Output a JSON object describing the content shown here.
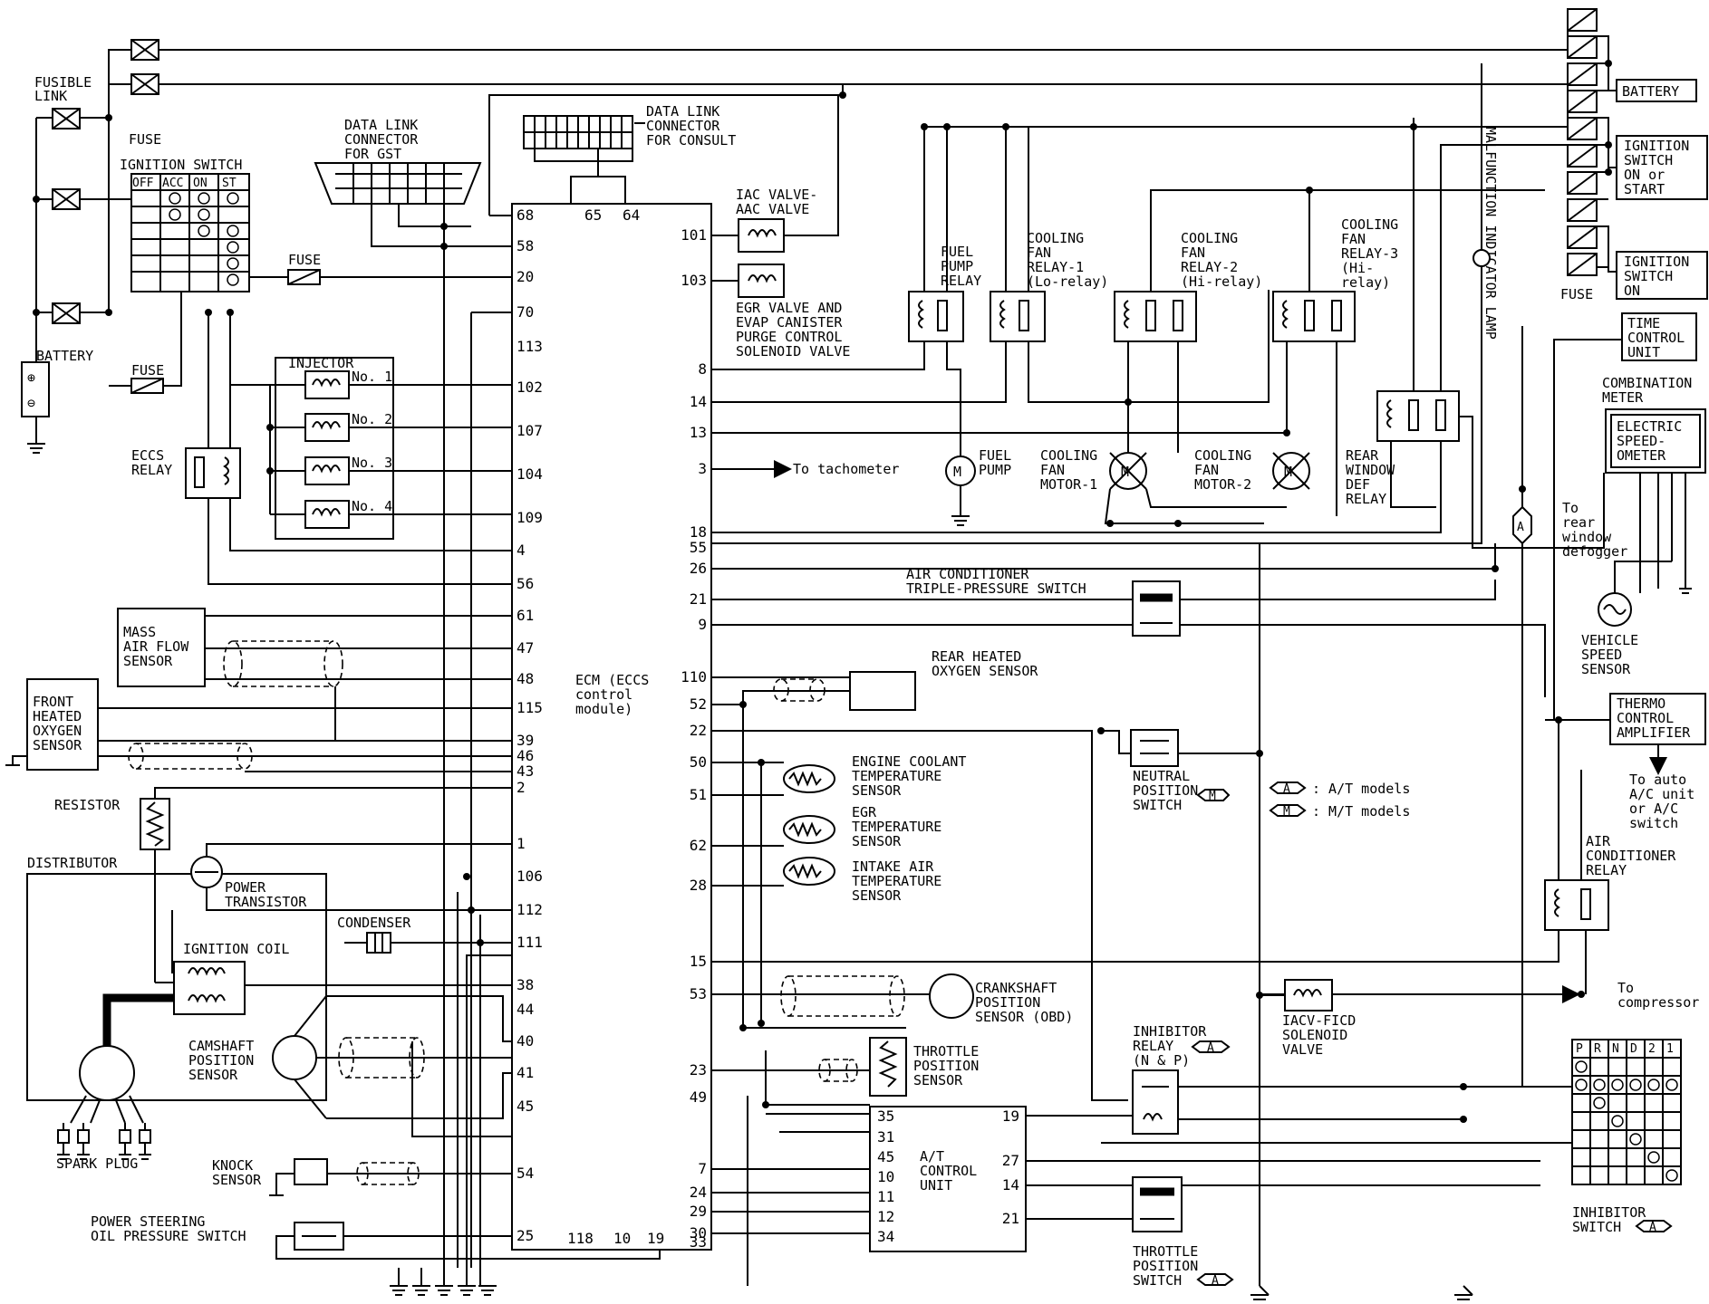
{
  "ecm": {
    "label": "ECM (ECCS control module)",
    "label_lines": [
      "ECM (ECCS",
      "control",
      "module)"
    ],
    "left_pins": [
      "68",
      "58",
      "20",
      "70",
      "113",
      "102",
      "107",
      "104",
      "109",
      "4",
      "56",
      "61",
      "47",
      "48",
      "115",
      "39",
      "46",
      "43",
      "2",
      "1",
      "106",
      "112",
      "111",
      "38",
      "44",
      "40",
      "41",
      "45",
      "54",
      "25"
    ],
    "right_pins": [
      "101",
      "103",
      "8",
      "14",
      "13",
      "3",
      "18",
      "55",
      "26",
      "21",
      "9",
      "110",
      "52",
      "22",
      "50",
      "51",
      "62",
      "28",
      "15",
      "53",
      "23",
      "49",
      "7",
      "24",
      "29",
      "30",
      "33"
    ],
    "top_pins": [
      "65",
      "64"
    ],
    "bottom_pins": [
      "118",
      "10",
      "19"
    ]
  },
  "tcu": {
    "label_lines": [
      "A/T",
      "CONTROL",
      "UNIT"
    ],
    "left_pins": [
      "35",
      "31",
      "45",
      "10",
      "11",
      "12",
      "34"
    ],
    "right_pins": [
      "19",
      "27",
      "14",
      "21"
    ]
  },
  "labels": {
    "fusible_link": [
      "FUSIBLE",
      "LINK"
    ],
    "fuse": "FUSE",
    "ignition_switch": "IGNITION SWITCH",
    "ign_cols": [
      "OFF",
      "ACC",
      "ON",
      "ST"
    ],
    "battery": "BATTERY",
    "battery_right": "BATTERY",
    "dlc_gst": [
      "DATA LINK",
      "CONNECTOR",
      "FOR GST"
    ],
    "dlc_consult": [
      "DATA LINK",
      "CONNECTOR",
      "FOR CONSULT"
    ],
    "iac_valve": [
      "IAC VALVE-",
      "AAC VALVE"
    ],
    "egr_valve": [
      "EGR VALVE AND",
      "EVAP CANISTER",
      "PURGE CONTROL",
      "SOLENOID VALVE"
    ],
    "fuel_pump_relay": [
      "FUEL",
      "PUMP",
      "RELAY"
    ],
    "cooling_fan_relay_1": [
      "COOLING",
      "FAN",
      "RELAY-1",
      "(Lo-relay)"
    ],
    "cooling_fan_relay_2": [
      "COOLING",
      "FAN",
      "RELAY-2",
      "(Hi-relay)"
    ],
    "cooling_fan_relay_3": [
      "COOLING",
      "FAN",
      "RELAY-3",
      "(Hi-",
      "relay)"
    ],
    "malfunction_lamp": "MALFUNCTION INDICATOR LAMP",
    "ign_on_start": [
      "IGNITION",
      "SWITCH",
      "ON or",
      "START"
    ],
    "ign_on": [
      "IGNITION",
      "SWITCH",
      "ON"
    ],
    "time_control": [
      "TIME",
      "CONTROL",
      "UNIT"
    ],
    "combination_meter": [
      "COMBINATION",
      "METER"
    ],
    "electric_speedometer": [
      "ELECTRIC",
      "SPEED-",
      "OMETER"
    ],
    "injector": "INJECTOR",
    "injector_nums": [
      "No. 1",
      "No. 2",
      "No. 3",
      "No. 4"
    ],
    "eccs_relay": [
      "ECCS",
      "RELAY"
    ],
    "to_tachometer": "To tachometer",
    "fuel_pump": [
      "FUEL",
      "PUMP"
    ],
    "cooling_fan_motor_1": [
      "COOLING",
      "FAN",
      "MOTOR-1"
    ],
    "cooling_fan_motor_2": [
      "COOLING",
      "FAN",
      "MOTOR-2"
    ],
    "rear_window_def_relay": [
      "REAR",
      "WINDOW",
      "DEF",
      "RELAY"
    ],
    "to_rear_defogger": [
      "To",
      "rear",
      "window",
      "defogger"
    ],
    "ac_triple_switch": [
      "AIR CONDITIONER",
      "TRIPLE-PRESSURE SWITCH"
    ],
    "vehicle_speed_sensor": [
      "VEHICLE",
      "SPEED",
      "SENSOR"
    ],
    "maf_sensor": [
      "MASS",
      "AIR FLOW",
      "SENSOR"
    ],
    "front_o2": [
      "FRONT",
      "HEATED",
      "OXYGEN",
      "SENSOR"
    ],
    "rear_o2": [
      "REAR HEATED",
      "OXYGEN SENSOR"
    ],
    "thermo_amp": [
      "THERMO",
      "CONTROL",
      "AMPLIFIER"
    ],
    "to_ac_unit": [
      "To auto",
      "A/C unit",
      "or A/C",
      "switch"
    ],
    "neutral_switch": [
      "NEUTRAL",
      "POSITION",
      "SWITCH"
    ],
    "legend_at": ": A/T models",
    "legend_mt": ": M/T models",
    "resistor": "RESISTOR",
    "distributor": "DISTRIBUTOR",
    "power_transistor": [
      "POWER",
      "TRANSISTOR"
    ],
    "condenser": "CONDENSER",
    "ignition_coil": "IGNITION COIL",
    "ect_sensor": [
      "ENGINE COOLANT",
      "TEMPERATURE",
      "SENSOR"
    ],
    "egr_temp_sensor": [
      "EGR",
      "TEMPERATURE",
      "SENSOR"
    ],
    "iat_sensor": [
      "INTAKE AIR",
      "TEMPERATURE",
      "SENSOR"
    ],
    "ac_relay": [
      "AIR",
      "CONDITIONER",
      "RELAY"
    ],
    "crank_sensor": [
      "CRANKSHAFT",
      "POSITION",
      "SENSOR (OBD)"
    ],
    "to_compressor": [
      "To",
      "compressor"
    ],
    "cam_sensor": [
      "CAMSHAFT",
      "POSITION",
      "SENSOR"
    ],
    "tps": [
      "THROTTLE",
      "POSITION",
      "SENSOR"
    ],
    "inhibitor_relay": [
      "INHIBITOR",
      "RELAY",
      "(N & P)"
    ],
    "iacv_ficd": [
      "IACV-FICD",
      "SOLENOID",
      "VALVE"
    ],
    "spark_plug": "SPARK PLUG",
    "knock_sensor": [
      "KNOCK",
      "SENSOR"
    ],
    "ps_switch": [
      "POWER STEERING",
      "OIL PRESSURE SWITCH"
    ],
    "throttle_switch": [
      "THROTTLE",
      "POSITION",
      "SWITCH"
    ],
    "inhibitor_switch": [
      "INHIBITOR",
      "SWITCH"
    ],
    "inhibitor_cols": [
      "P",
      "R",
      "N",
      "D",
      "2",
      "1"
    ],
    "badge_a": "A",
    "badge_m": "M"
  }
}
